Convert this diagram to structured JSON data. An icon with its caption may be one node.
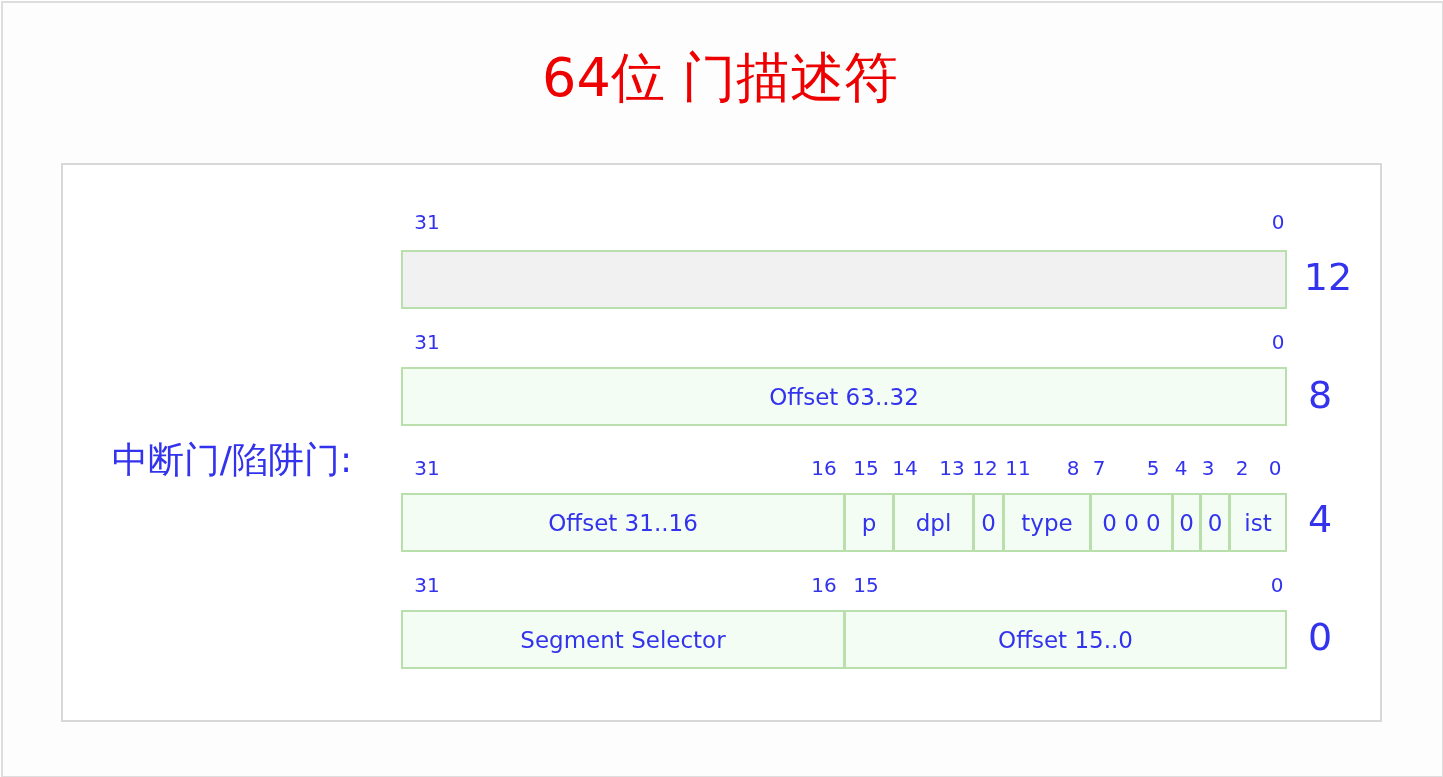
{
  "diagram": {
    "title": "64位 门描述符",
    "nodes": [
      {
        "text": [
          "中断门/陷阱门:"
        ]
      },
      {
        "text": [],
        "shape": "box",
        "in": 0
      },
      {
        "text": [
          "Offset 63..32"
        ],
        "in": 0
      },
      {
        "text": [
          "Offset 31..16"
        ],
        "in": 0
      },
      {
        "text": [
          "p"
        ],
        "in": 0
      },
      {
        "text": [
          "dpl"
        ],
        "in": 0
      },
      {
        "text": [
          "0"
        ],
        "in": 0
      },
      {
        "text": [
          "type"
        ],
        "in": 0
      },
      {
        "text": [
          "0 0 0"
        ],
        "in": 0
      },
      {
        "text": [
          "0"
        ],
        "in": 0
      },
      {
        "text": [
          "0"
        ],
        "in": 0
      },
      {
        "text": [
          "ist"
        ],
        "in": 0
      },
      {
        "text": [
          "Segment Selector"
        ],
        "in": 0
      },
      {
        "text": [
          "Offset 15..0"
        ],
        "in": 0
      }
    ],
    "labels": [
      "31",
      "0",
      "12",
      "31",
      "0",
      "8",
      "31",
      "16",
      "15",
      "14",
      "13",
      "12",
      "11",
      "8",
      "7",
      "5",
      "4",
      "3",
      "2",
      "0",
      "4",
      "31",
      "16",
      "15",
      "0",
      "0"
    ]
  }
}
